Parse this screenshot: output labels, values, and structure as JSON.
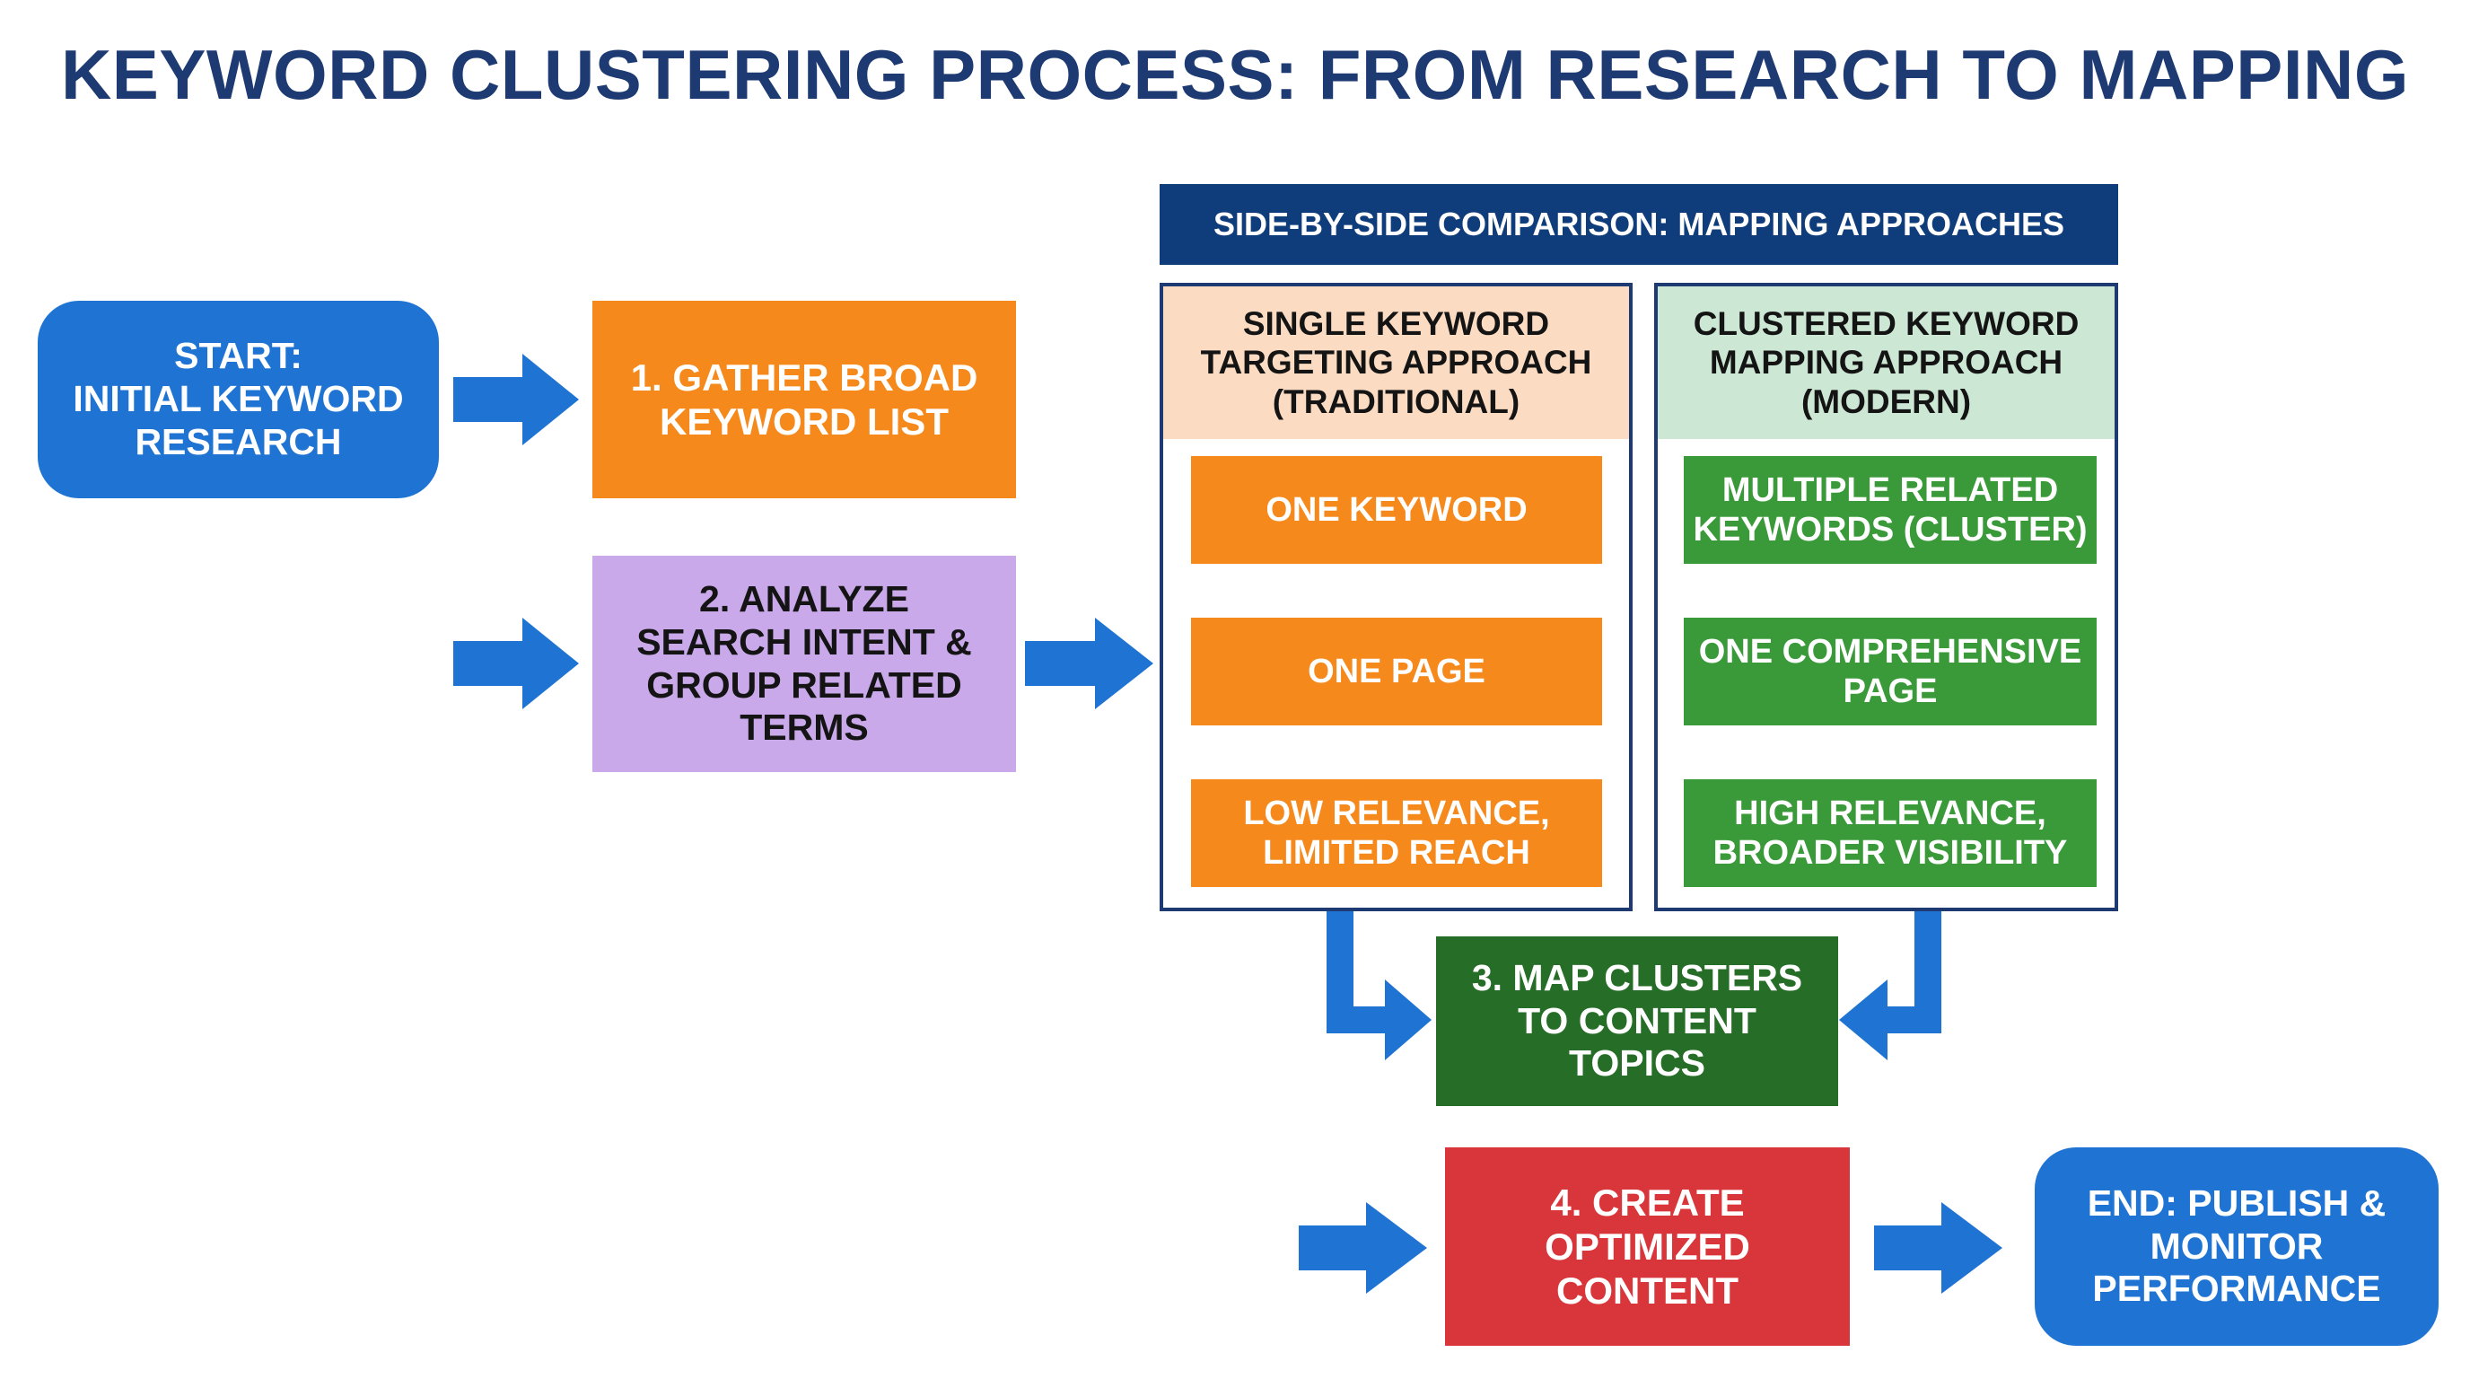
{
  "title": "KEYWORD CLUSTERING PROCESS: FROM RESEARCH TO MAPPING",
  "colors": {
    "title": "#1e3a72",
    "blue_rounded": "#1f74d3",
    "orange": "#f5891c",
    "lavender": "#c9a9e9",
    "navy_header": "#0f3c7a",
    "traditional_header": "#fbdcc3",
    "modern_header": "#cce7d4",
    "green_step": "#3a9a3a",
    "dark_green": "#266d28",
    "red": "#d8363a",
    "arrow_blue": "#1f74d3",
    "frame_border": "#1e3a72"
  },
  "start": {
    "lines": [
      "START:",
      "INITIAL KEYWORD",
      "RESEARCH"
    ]
  },
  "step1": {
    "lines": [
      "1. GATHER BROAD",
      "KEYWORD LIST"
    ]
  },
  "step2": {
    "lines": [
      "2. ANALYZE",
      "SEARCH INTENT &",
      "GROUP RELATED",
      "TERMS"
    ]
  },
  "comparison": {
    "header": "SIDE-BY-SIDE COMPARISON: MAPPING APPROACHES",
    "traditional": {
      "title_lines": [
        "SINGLE KEYWORD",
        "TARGETING APPROACH",
        "(TRADITIONAL)"
      ],
      "steps": [
        {
          "lines": [
            "ONE KEYWORD"
          ]
        },
        {
          "lines": [
            "ONE PAGE"
          ]
        },
        {
          "lines": [
            "LOW RELEVANCE,",
            "LIMITED REACH"
          ]
        }
      ]
    },
    "modern": {
      "title_lines": [
        "CLUSTERED KEYWORD",
        "MAPPING APPROACH",
        "(MODERN)"
      ],
      "steps": [
        {
          "lines": [
            "MULTIPLE RELATED",
            "KEYWORDS (CLUSTER)"
          ]
        },
        {
          "lines": [
            "ONE COMPREHENSIVE",
            "PAGE"
          ]
        },
        {
          "lines": [
            "HIGH RELEVANCE,",
            "BROADER VISIBILITY"
          ]
        }
      ]
    }
  },
  "step3": {
    "lines": [
      "3. MAP CLUSTERS",
      "TO CONTENT",
      "TOPICS"
    ]
  },
  "step4": {
    "lines": [
      "4. CREATE",
      "OPTIMIZED",
      "CONTENT"
    ]
  },
  "end": {
    "lines": [
      "END: PUBLISH &",
      "MONITOR",
      "PERFORMANCE"
    ]
  }
}
